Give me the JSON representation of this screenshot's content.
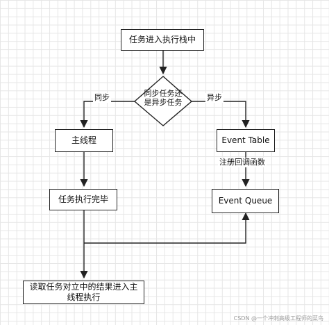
{
  "diagram": {
    "nodes": {
      "start": "任务进入执行栈中",
      "decision_line1": "同步任务还",
      "decision_line2": "是异步任务",
      "main_thread": "主线程",
      "event_table": "Event Table",
      "task_done": "任务执行完毕",
      "event_queue": "Event Queue",
      "read_tasks": "读取任务对立中的结果进入主线程执行"
    },
    "edge_labels": {
      "sync": "同步",
      "async": "异步",
      "register_callback": "注册回调函数"
    }
  },
  "watermark": "CSDN @一个冲刺高级工程师的菜鸟"
}
